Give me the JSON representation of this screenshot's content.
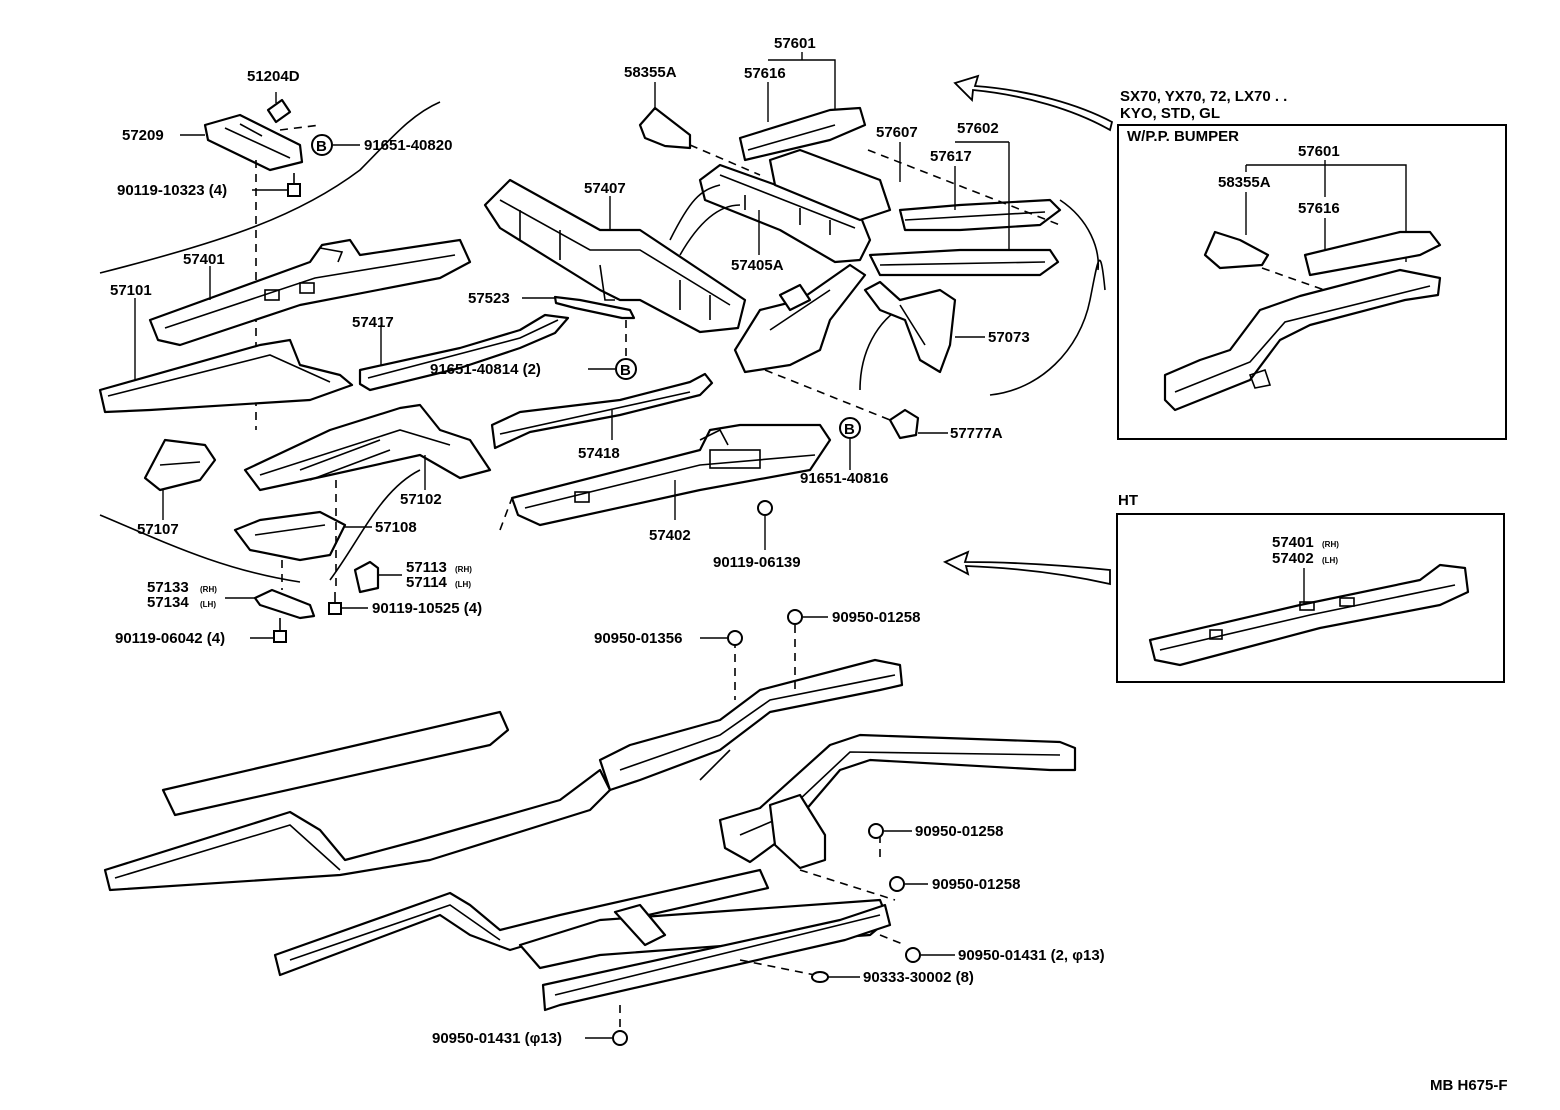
{
  "labels": {
    "p51204D": "51204D",
    "p57209": "57209",
    "p91651_40820": "91651-40820",
    "p90119_10323": "90119-10323 (4)",
    "p57401": "57401",
    "p57101": "57101",
    "p57417": "57417",
    "p57407": "57407",
    "p57523": "57523",
    "p91651_40814": "91651-40814 (2)",
    "p58355A": "58355A",
    "p57601": "57601",
    "p57616": "57616",
    "p57607": "57607",
    "p57602": "57602",
    "p57617": "57617",
    "p57405A": "57405A",
    "p57073": "57073",
    "p57777A": "57777A",
    "p91651_40816": "91651-40816",
    "p57418": "57418",
    "p57402": "57402",
    "p90119_06139": "90119-06139",
    "p57102": "57102",
    "p57107": "57107",
    "p57108": "57108",
    "p57113": "57113",
    "p57114": "57114",
    "p57133": "57133",
    "p57134": "57134",
    "p90119_10525": "90119-10525 (4)",
    "p90119_06042": "90119-06042 (4)",
    "p90950_01356": "90950-01356",
    "p90950_01258_a": "90950-01258",
    "p90950_01258_b": "90950-01258",
    "p90950_01258_c": "90950-01258",
    "p90950_01431_a": "90950-01431 (2, φ13)",
    "p90333_30002": "90333-30002 (8)",
    "p90950_01431_b": "90950-01431 (φ13)",
    "rh": "(RH)",
    "lh": "(LH)",
    "b": "B"
  },
  "inset_bumper": {
    "models_line1": "SX70, YX70, 72, LX70 . .",
    "models_line2": "KYO, STD, GL",
    "title": "W/P.P. BUMPER",
    "p57601": "57601",
    "p58355A": "58355A",
    "p57616": "57616"
  },
  "inset_ht": {
    "title": "HT",
    "p57401": "57401",
    "p57402": "57402",
    "rh": "(RH)",
    "lh": "(LH)"
  },
  "footer_code": "MB H675-F"
}
